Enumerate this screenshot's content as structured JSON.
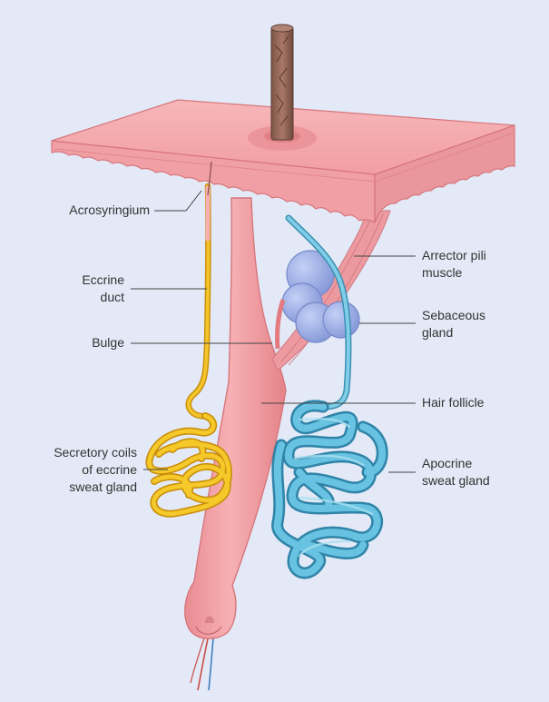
{
  "labels": {
    "acrosyringium": [
      "Acrosyringium"
    ],
    "eccrine_duct": [
      "Eccrine",
      "duct"
    ],
    "bulge": [
      "Bulge"
    ],
    "secretory_coils": [
      "Secretory coils",
      "of eccrine",
      "sweat gland"
    ],
    "arrector_pili": [
      "Arrector pili",
      "muscle"
    ],
    "sebaceous": [
      "Sebaceous",
      "gland"
    ],
    "hair_follicle": [
      "Hair follicle"
    ],
    "apocrine": [
      "Apocrine",
      "sweat gland"
    ]
  },
  "colors": {
    "background": "#e3e9f6",
    "skin": "#f2a3a6",
    "skin_dark": "#e4868c",
    "eccrine": "#f2be1b",
    "apocrine": "#5db8d8",
    "sebaceous": "#9db0e6",
    "hair_shaft": "#9a6a58",
    "leader_line": "#444444"
  }
}
